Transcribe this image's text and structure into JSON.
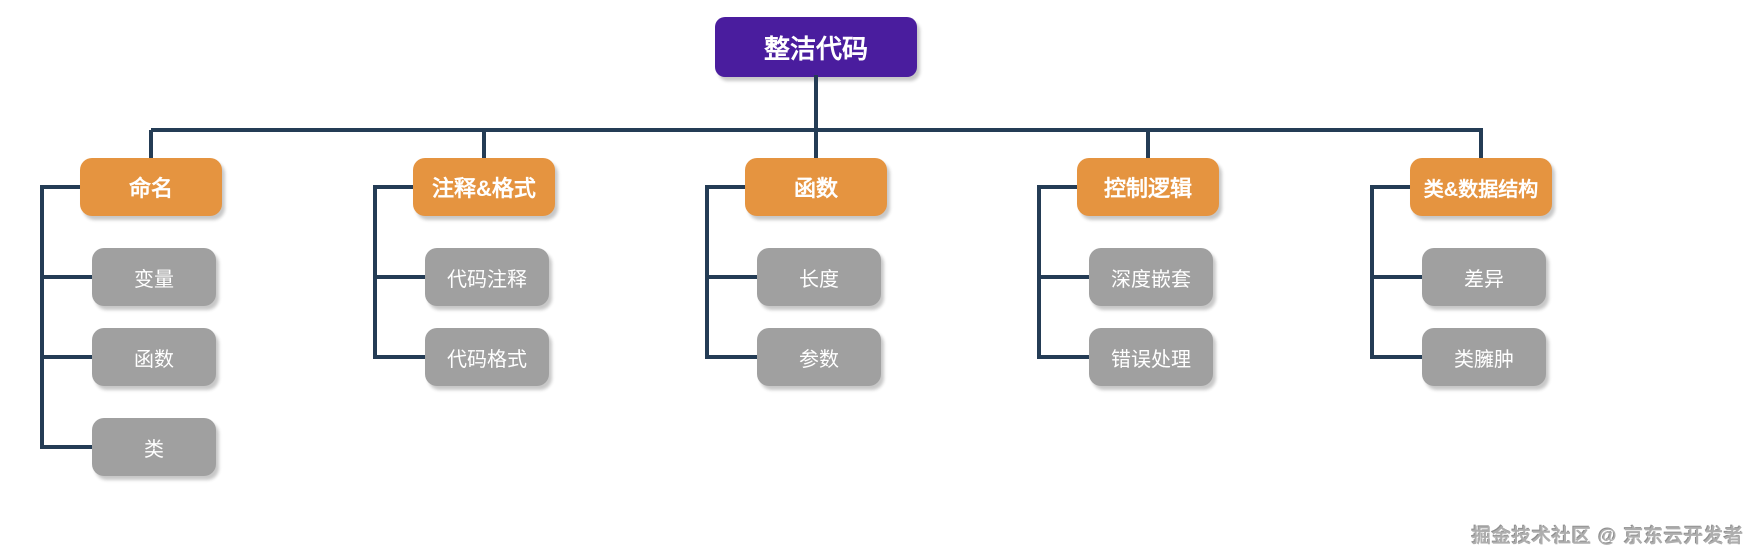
{
  "diagram": {
    "root": {
      "label": "整洁代码"
    },
    "branches": [
      {
        "label": "命名",
        "children": [
          "变量",
          "函数",
          "类"
        ]
      },
      {
        "label": "注释&格式",
        "children": [
          "代码注释",
          "代码格式"
        ]
      },
      {
        "label": "函数",
        "children": [
          "长度",
          "参数"
        ]
      },
      {
        "label": "控制逻辑",
        "children": [
          "深度嵌套",
          "错误处理"
        ]
      },
      {
        "label": "类&数据结构",
        "children": [
          "差异",
          "类臃肿"
        ]
      }
    ],
    "watermark": "掘金技术社区 @ 京东云开发者"
  },
  "colors": {
    "root_bg": "#4A1D9E",
    "branch_bg": "#E59440",
    "child_bg": "#A0A0A0",
    "line": "#243C55",
    "text": "#FFFFFF"
  }
}
